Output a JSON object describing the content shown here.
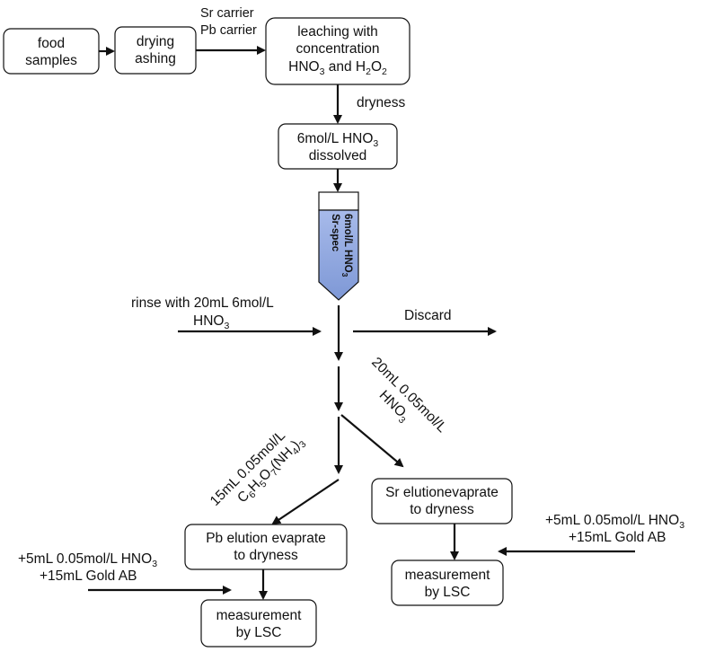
{
  "boxes": {
    "food_samples": [
      "food",
      "samples"
    ],
    "drying_ashing": [
      "drying",
      "ashing"
    ],
    "leaching": {
      "line1": "leaching with",
      "line2": "concentration",
      "line3_a": "HNO",
      "line3_sub1": "3",
      "line3_b": " and H",
      "line3_sub2": "2",
      "line3_c": "O",
      "line3_sub3": "2"
    },
    "dissolved": {
      "line1_a": "6mol/L HNO",
      "line1_sub": "3",
      "line2": "dissolved"
    },
    "sr_elution": [
      "Sr elutionevaprate",
      "to dryness"
    ],
    "pb_elution": [
      "Pb elution evaprate",
      "to dryness"
    ],
    "measure_left": [
      "measurement",
      "by LSC"
    ],
    "measure_right": [
      "measurement",
      "by LSC"
    ]
  },
  "labels": {
    "carriers": [
      "Sr carrier",
      "Pb carrier"
    ],
    "dryness": "dryness",
    "rinse": {
      "line1": "rinse with 20mL 6mol/L",
      "line2_a": "HNO",
      "line2_sub": "3"
    },
    "discard": "Discard",
    "sr_eluent": {
      "line1": "20mL 0.05mol/L",
      "line2_a": "HNO",
      "line2_sub": "3"
    },
    "pb_eluent": {
      "line1": "15mL 0.05mol/L",
      "line2_a": "C",
      "s1": "6",
      "b": "H",
      "s2": "5",
      "c": "O",
      "s3": "7",
      "d": "(NH",
      "s4": "4",
      "e": ")",
      "s5": "3"
    },
    "reagent_right": {
      "line1_a": "+5mL 0.05mol/L HNO",
      "line1_sub": "3",
      "line2": "+15mL Gold AB"
    },
    "reagent_left": {
      "line1_a": "+5mL 0.05mol/L HNO",
      "line1_sub": "3",
      "line2": "+15mL Gold AB"
    }
  },
  "column": {
    "label_line1_a": "6mol/L HNO",
    "label_line1_sub": "3",
    "label_line2": "Sr-spec"
  },
  "colors": {
    "column_fill": "#8ea6dc",
    "line": "#111111"
  }
}
